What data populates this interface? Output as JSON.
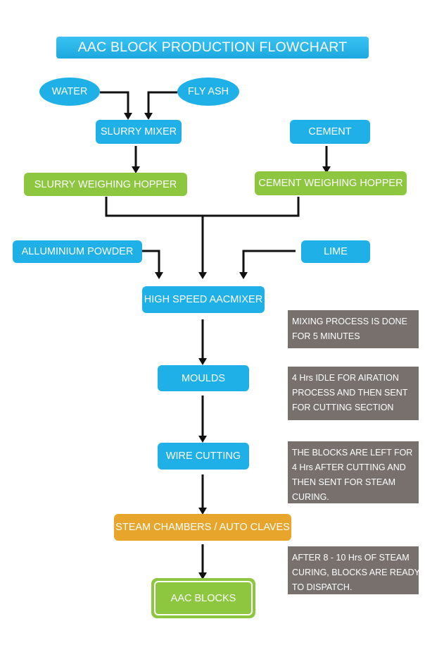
{
  "title": "AAC BLOCK PRODUCTION FLOWCHART",
  "nodes": {
    "water": "WATER",
    "fly_ash": "FLY ASH",
    "slurry_mixer": "SLURRY MIXER",
    "cement": "CEMENT",
    "slurry_weighing_hopper": "SLURRY WEIGHING HOPPER",
    "cement_weighing_hopper": "CEMENT WEIGHING HOPPER",
    "aluminium_powder": "ALLUMINIUM POWDER",
    "lime": "LIME",
    "high_speed_mixer": "HIGH SPEED AACMIXER",
    "moulds": "MOULDS",
    "wire_cutting": "WIRE CUTTING",
    "steam_chambers": "STEAM CHAMBERS / AUTO CLAVES",
    "aac_blocks": "AAC BLOCKS"
  },
  "notes": {
    "mixing": [
      "MIXING PROCESS IS DONE",
      "FOR 5 MINUTES"
    ],
    "moulds": [
      "4  Hrs IDLE FOR AIRATION",
      "PROCESS AND THEN SENT",
      "FOR CUTTING SECTION"
    ],
    "cutting": [
      "THE BLOCKS ARE LEFT FOR",
      "4 Hrs AFTER CUTTING AND",
      "THEN SENT FOR STEAM",
      "CURING."
    ],
    "steam": [
      "AFTER 8 - 10 Hrs OF STEAM",
      "CURING, BLOCKS ARE READY",
      "TO DISPATCH."
    ]
  },
  "colors": {
    "blue": "#1fb0e8",
    "green": "#8dc63f",
    "orange": "#e8a52c",
    "note_gray": "#77706d",
    "arrow": "#111111"
  }
}
